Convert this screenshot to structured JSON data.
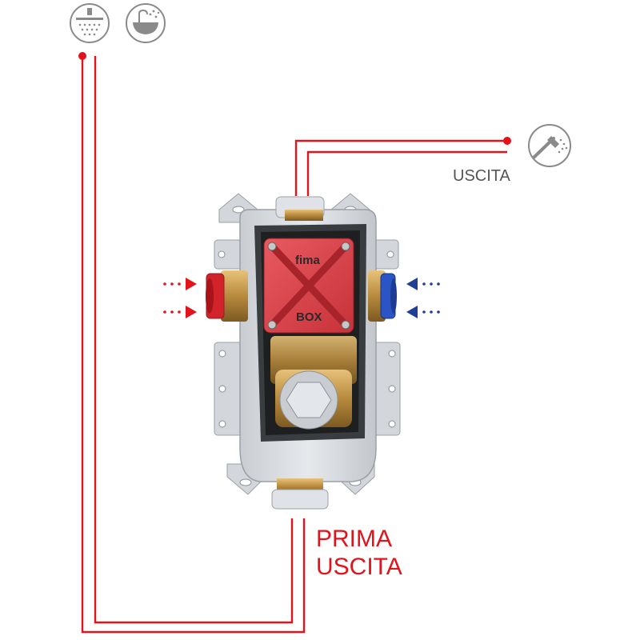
{
  "labels": {
    "outlet": "USCITA",
    "first_outlet_line1": "PRIMA",
    "first_outlet_line2": "USCITA",
    "cover_brand_top": "fima",
    "cover_brand_bottom": "BOX"
  },
  "icons": {
    "overhead_shower": "overhead-shower-icon",
    "bathtub": "bathtub-icon",
    "hand_shower": "hand-shower-icon"
  },
  "colors": {
    "pipe": "#e3131b",
    "hot_inlet_arrow": "#e3131b",
    "cold_inlet_arrow": "#1f3e96",
    "cover": "#e0444b",
    "hot_connector": "#d2232a",
    "cold_connector": "#2b54c4",
    "icon_outline": "#8a8a8a"
  }
}
